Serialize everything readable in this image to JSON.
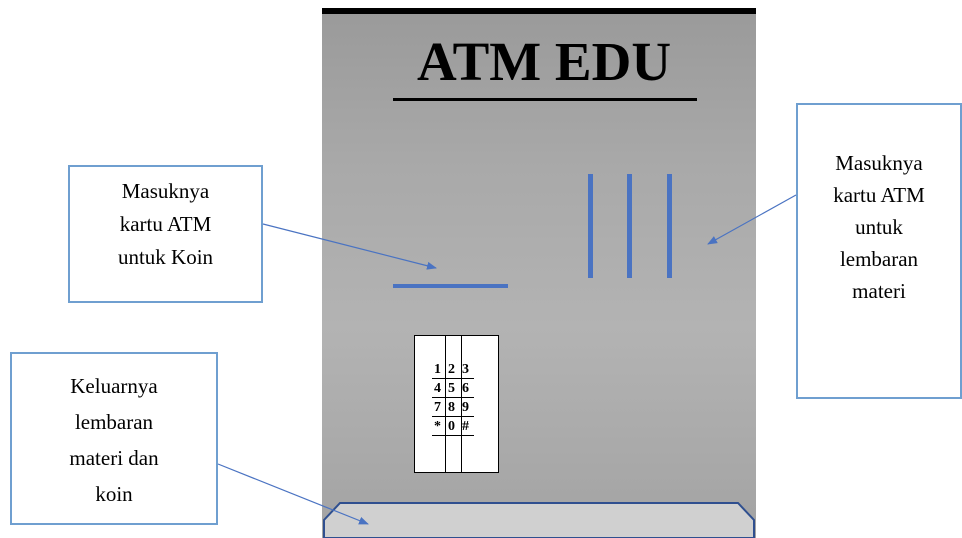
{
  "title": "ATM EDU",
  "keypad": {
    "rows": [
      [
        "1",
        "2",
        "3"
      ],
      [
        "4",
        "5",
        "6"
      ],
      [
        "7",
        "8",
        "9"
      ],
      [
        "*",
        "0",
        "#"
      ]
    ]
  },
  "callouts": {
    "coin_slot": {
      "lines": [
        "Masuknya",
        "kartu ATM",
        "untuk Koin"
      ]
    },
    "sheet_slot": {
      "lines": [
        "Masuknya",
        "kartu ATM",
        "untuk",
        "lembaran",
        "materi"
      ]
    },
    "output_tray": {
      "lines": [
        "Keluarnya",
        "lembaran",
        "materi dan",
        "koin"
      ]
    }
  },
  "colors": {
    "machine_body": "#a6a6a6",
    "slot_blue": "#4a73c2",
    "callout_border": "#6f9fd0",
    "tray_fill": "#d0d0d0",
    "tray_border": "#2f4f8f"
  }
}
